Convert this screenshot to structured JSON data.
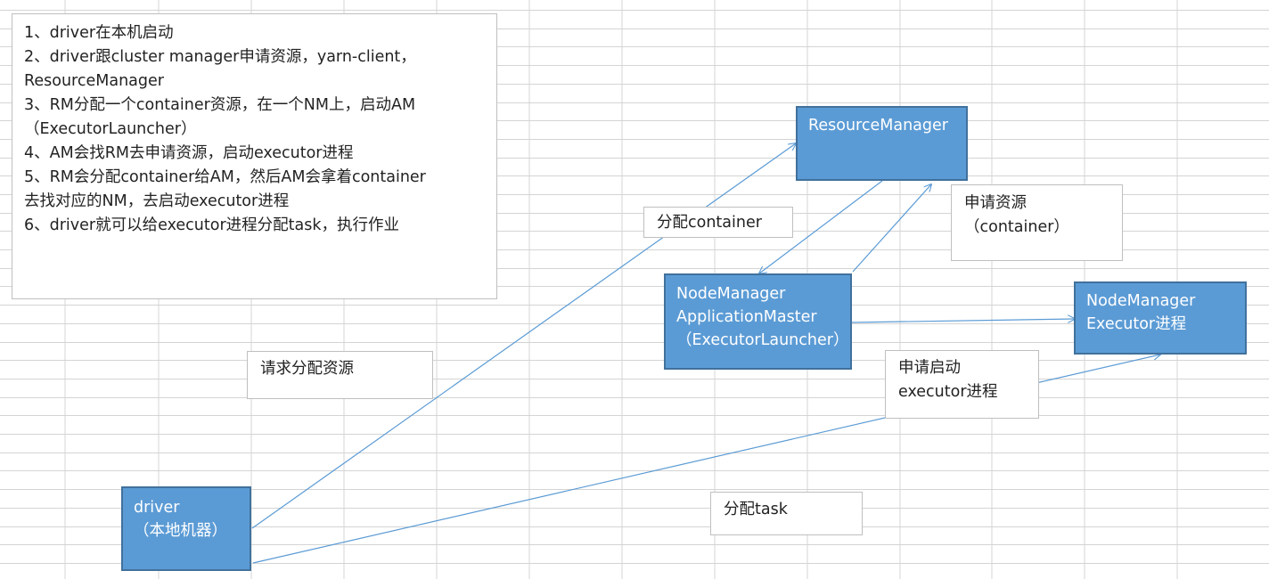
{
  "notes": [
    "1、driver在本机启动",
    "2、driver跟cluster manager申请资源，yarn-client，",
    "ResourceManager",
    "3、RM分配一个container资源，在一个NM上，启动AM",
    "（ExecutorLauncher）",
    "4、AM会找RM去申请资源，启动executor进程",
    "5、RM会分配container给AM，然后AM会拿着container",
    "去找对应的NM，去启动executor进程",
    "6、driver就可以给executor进程分配task，执行作业"
  ],
  "nodes": {
    "resource_manager": {
      "line1": "ResourceManager"
    },
    "node_manager_am": {
      "line1": "NodeManager",
      "line2": "ApplicationMaster",
      "line3": "（ExecutorLauncher）"
    },
    "node_manager_executor": {
      "line1": "NodeManager",
      "line2": "Executor进程"
    },
    "driver": {
      "line1": "driver",
      "line2": "（本地机器）"
    }
  },
  "labels": {
    "allocate_container": "分配container",
    "apply_resource_line1": "申请资源",
    "apply_resource_line2": "（container）",
    "request_resource": "请求分配资源",
    "apply_start_line1": "申请启动",
    "apply_start_line2": "executor进程",
    "allocate_task": "分配task"
  },
  "colors": {
    "node_fill": "#5b9bd5",
    "node_border": "#41719c",
    "arrow": "#5b9bd5",
    "grid": "#d4d4d4"
  }
}
